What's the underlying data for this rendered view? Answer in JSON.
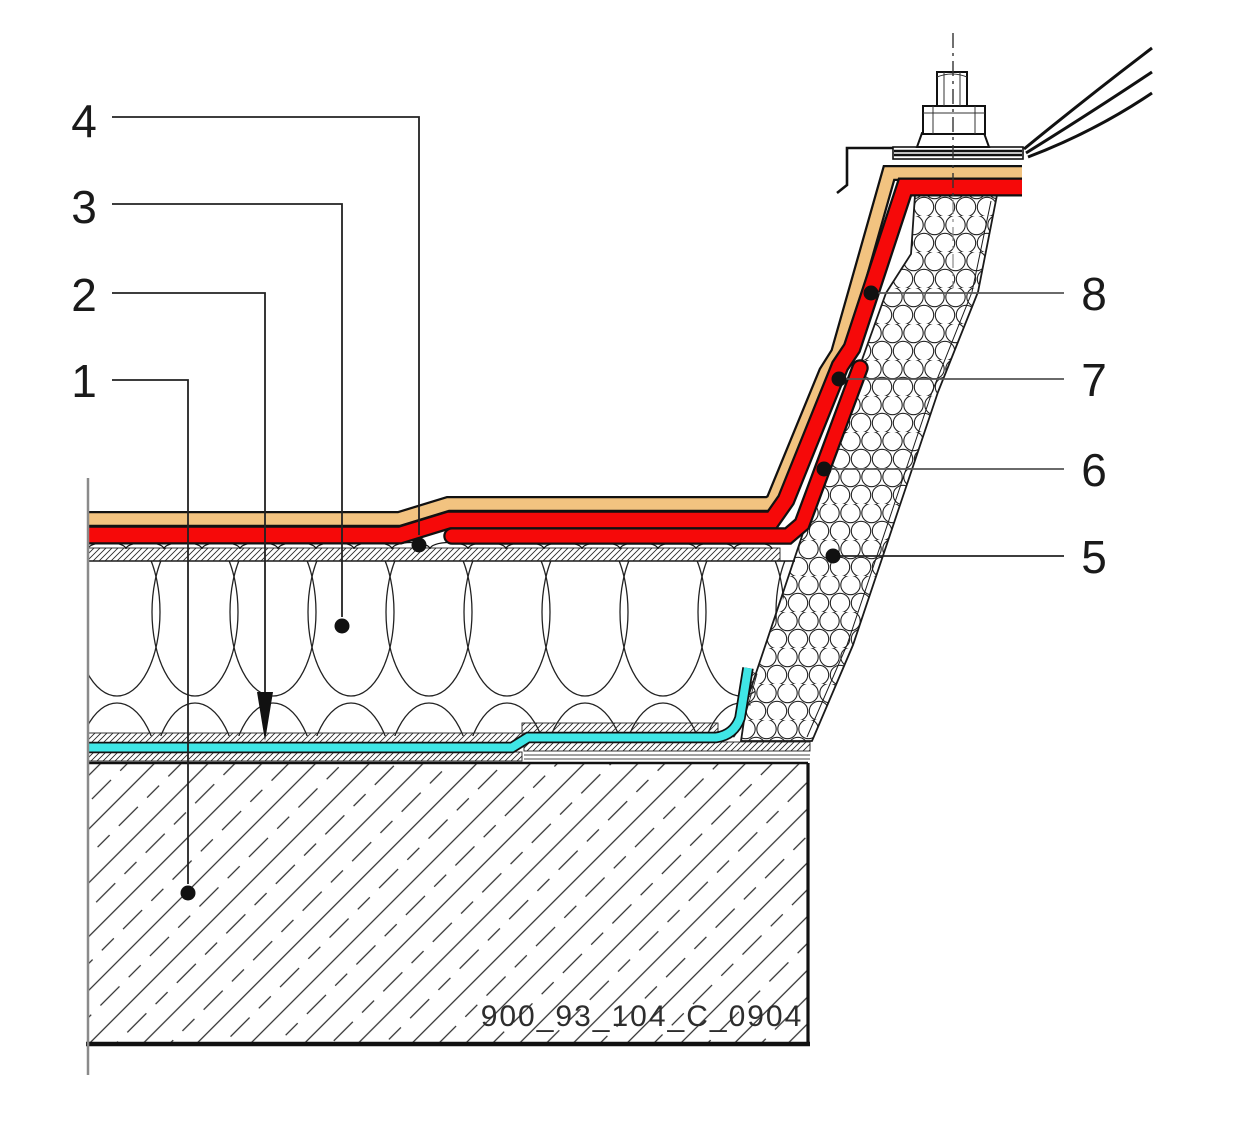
{
  "diagram": {
    "drawing_number": "900_93_104_C_0904",
    "callouts_left": [
      {
        "label": "1"
      },
      {
        "label": "2"
      },
      {
        "label": "3"
      },
      {
        "label": "4"
      }
    ],
    "callouts_right": [
      {
        "label": "5"
      },
      {
        "label": "6"
      },
      {
        "label": "7"
      },
      {
        "label": "8"
      }
    ],
    "colors": {
      "membrane_red": "#f60909",
      "protection_tan": "#f2c380",
      "barrier_cyan": "#3fe6e6",
      "line_dark": "#111111",
      "leader_gray": "#555555"
    }
  }
}
